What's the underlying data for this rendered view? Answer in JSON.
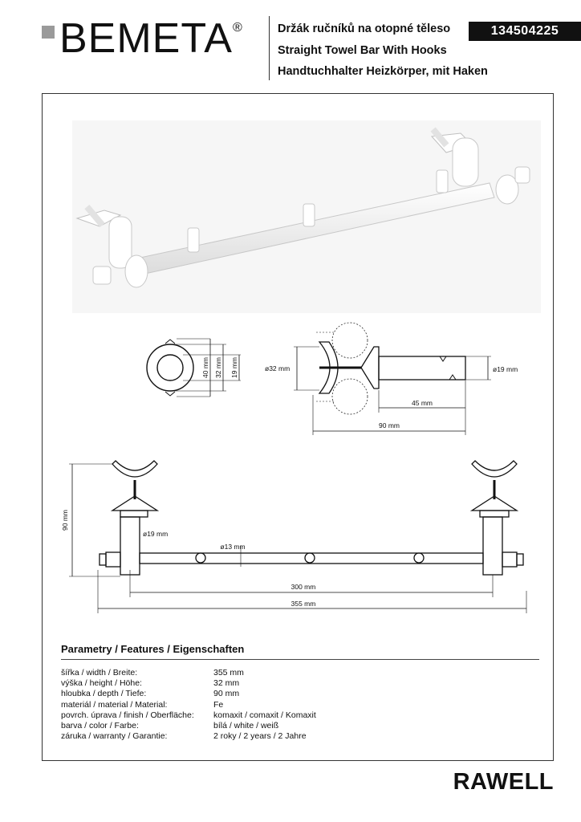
{
  "header": {
    "logo_text": "BEMETA",
    "logo_registered": "®",
    "title_cz": "Držák ručníků na otopné těleso",
    "title_en": "Straight Towel Bar With Hooks",
    "title_de": "Handtuchhalter Heizkörper, mit Haken",
    "product_code": "134504225"
  },
  "drawing": {
    "labels": {
      "d40": "40 mm",
      "d32": "32 mm",
      "d19a": "19 mm",
      "d32side": "ø32 mm",
      "d19side": "ø19 mm",
      "d45": "45 mm",
      "d90": "90 mm",
      "front_90": "90 mm",
      "front_19": "ø19 mm",
      "front_13": "ø13 mm",
      "front_300": "300 mm",
      "front_355": "355 mm"
    }
  },
  "features": {
    "title": "Parametry / Features / Eigenschaften",
    "rows": [
      {
        "label": "šířka / width / Breite:",
        "value": "355 mm"
      },
      {
        "label": "výška / height / Höhe:",
        "value": "32 mm"
      },
      {
        "label": "hloubka / depth / Tiefe:",
        "value": "90 mm"
      },
      {
        "label": "materiál / material / Material:",
        "value": "Fe"
      },
      {
        "label": "povrch. úprava / finish / Oberfläche:",
        "value": "komaxit / comaxit / Komaxit"
      },
      {
        "label": "barva / color / Farbe:",
        "value": "bílá / white / weiß"
      },
      {
        "label": "záruka / warranty / Garantie:",
        "value": "2 roky / 2 years / 2 Jahre"
      }
    ]
  },
  "footer": {
    "series_name": "RAWELL"
  }
}
